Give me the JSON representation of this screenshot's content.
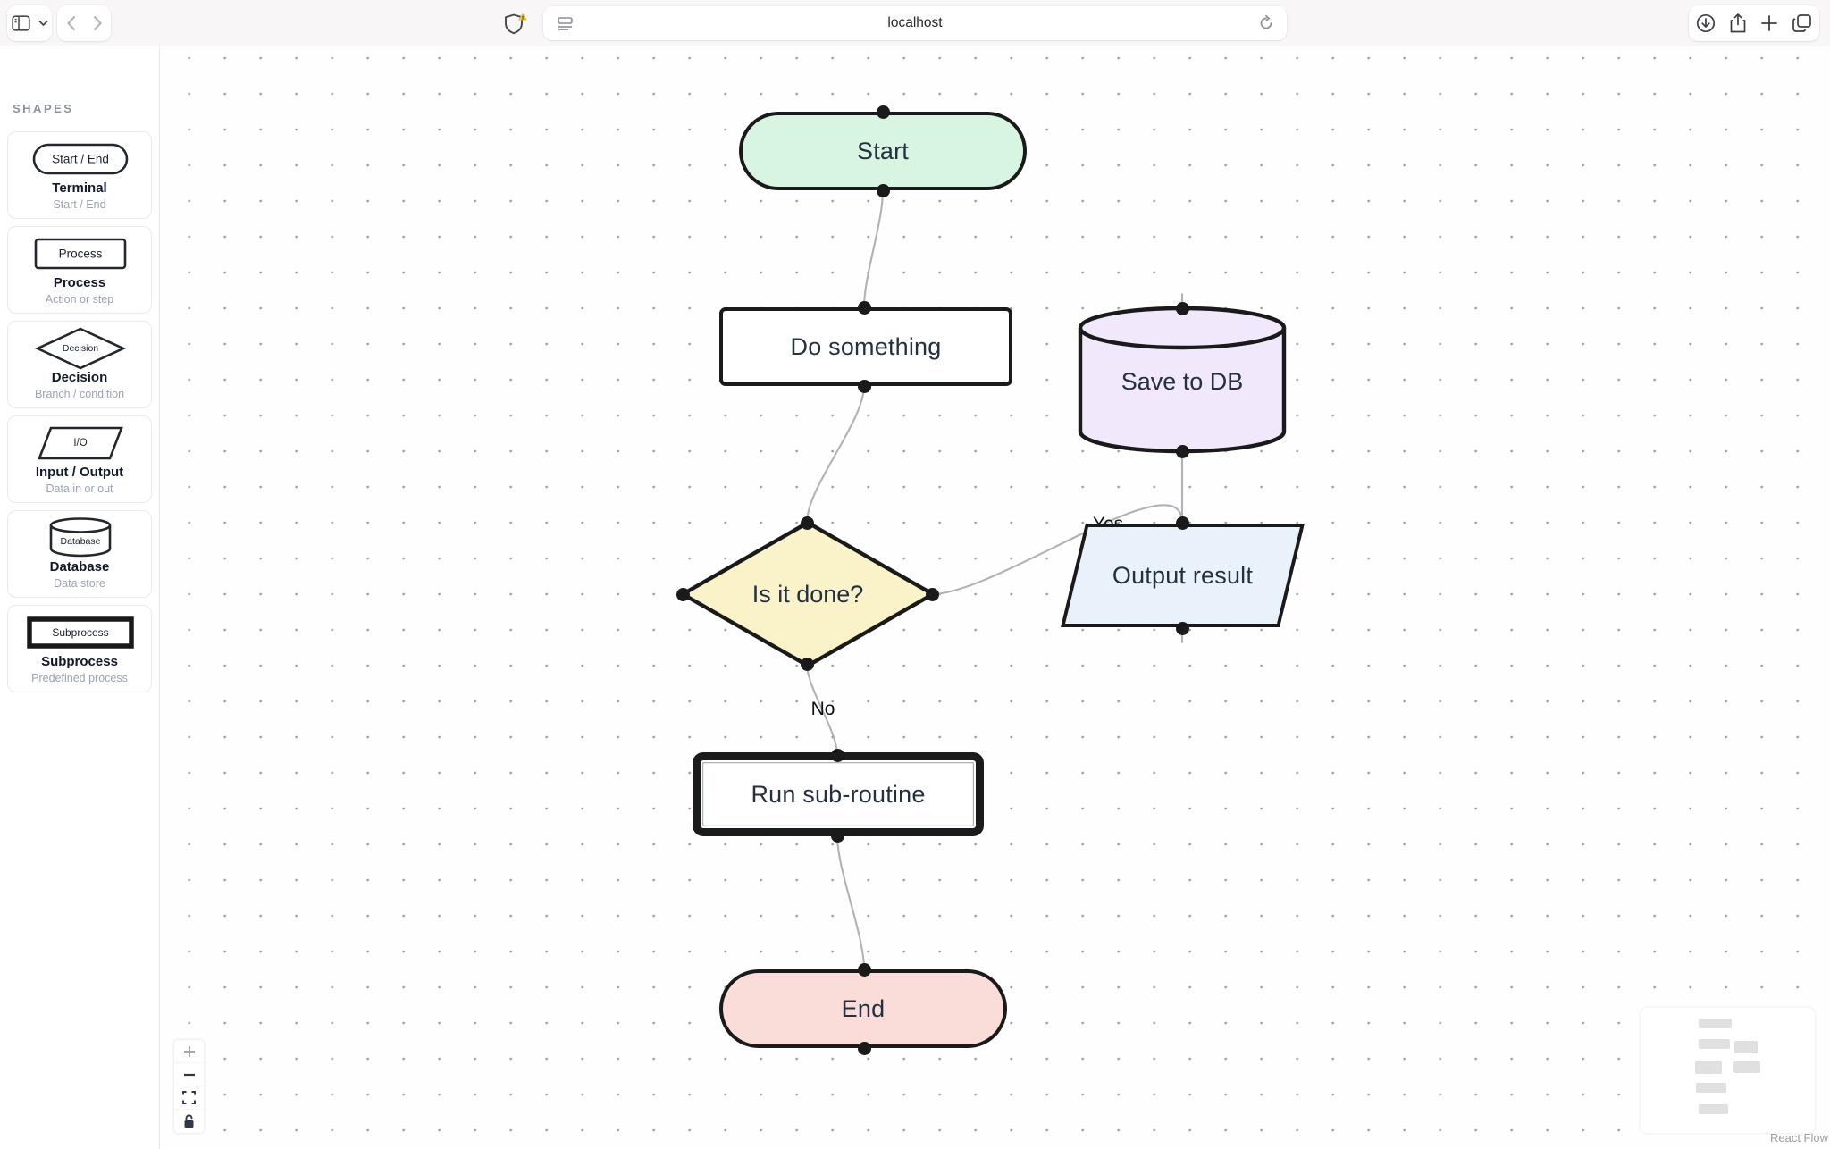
{
  "browser": {
    "address": "localhost"
  },
  "sidebar": {
    "heading": "SHAPES",
    "items": [
      {
        "shape_label": "Start / End",
        "title": "Terminal",
        "subtitle": "Start / End"
      },
      {
        "shape_label": "Process",
        "title": "Process",
        "subtitle": "Action or step"
      },
      {
        "shape_label": "Decision",
        "title": "Decision",
        "subtitle": "Branch / condition"
      },
      {
        "shape_label": "I/O",
        "title": "Input / Output",
        "subtitle": "Data in or out"
      },
      {
        "shape_label": "Database",
        "title": "Database",
        "subtitle": "Data store"
      },
      {
        "shape_label": "Subprocess",
        "title": "Subprocess",
        "subtitle": "Predefined process"
      }
    ]
  },
  "flow": {
    "nodes": [
      {
        "id": "start",
        "type": "terminal",
        "label": "Start",
        "fill": "#d7f5e0"
      },
      {
        "id": "process",
        "type": "process",
        "label": "Do something",
        "fill": "#ffffff"
      },
      {
        "id": "db",
        "type": "database",
        "label": "Save to DB",
        "fill": "#f2e8fc"
      },
      {
        "id": "decision",
        "type": "decision",
        "label": "Is it done?",
        "fill": "#faf2c8"
      },
      {
        "id": "output",
        "type": "io",
        "label": "Output result",
        "fill": "#e9f1fb"
      },
      {
        "id": "subroutine",
        "type": "subprocess",
        "label": "Run sub-routine",
        "fill": "#ffffff"
      },
      {
        "id": "end",
        "type": "terminal",
        "label": "End",
        "fill": "#fadcd9"
      }
    ],
    "edges": [
      {
        "from": "start",
        "to": "process",
        "label": ""
      },
      {
        "from": "process",
        "to": "decision",
        "label": ""
      },
      {
        "from": "decision",
        "to": "output",
        "label": "Yes"
      },
      {
        "from": "decision",
        "to": "subroutine",
        "label": "No"
      },
      {
        "from": "subroutine",
        "to": "end",
        "label": ""
      },
      {
        "from": "output",
        "to": "db",
        "label": ""
      }
    ],
    "attribution": "React Flow",
    "palette": {
      "edge": "#b1b1b7",
      "node_border": "#1a1a1a",
      "handle": "#1a1a1a",
      "grid_dot": "#9a9a9a"
    }
  }
}
